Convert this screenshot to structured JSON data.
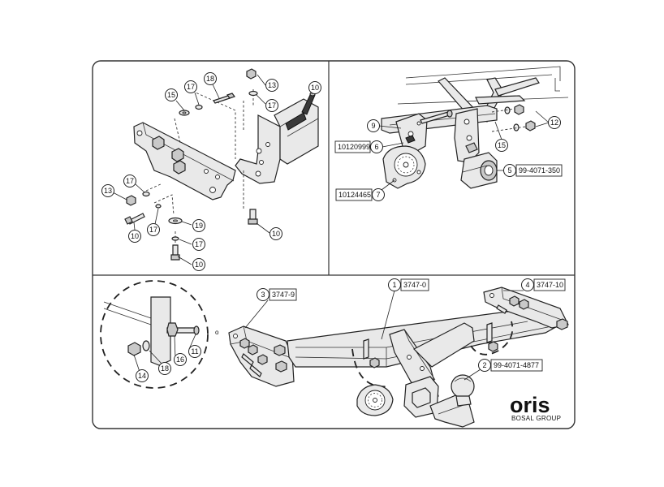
{
  "panels": {
    "bracket": {
      "balloons": [
        {
          "id": "b1",
          "num": "15"
        },
        {
          "id": "b2",
          "num": "17"
        },
        {
          "id": "b3",
          "num": "18"
        },
        {
          "id": "b4",
          "num": "13"
        },
        {
          "id": "b5",
          "num": "17"
        },
        {
          "id": "b6",
          "num": "10"
        },
        {
          "id": "b7",
          "num": "17"
        },
        {
          "id": "b8",
          "num": "13"
        },
        {
          "id": "b9",
          "num": "10"
        },
        {
          "id": "b10",
          "num": "17"
        },
        {
          "id": "b11",
          "num": "19"
        },
        {
          "id": "b12",
          "num": "17"
        },
        {
          "id": "b13",
          "num": "10"
        },
        {
          "id": "b14",
          "num": "10"
        }
      ]
    },
    "electrical": {
      "balloons": [
        {
          "id": "e1",
          "num": "9"
        },
        {
          "id": "e2",
          "num": "6"
        },
        {
          "id": "e3",
          "num": "7"
        },
        {
          "id": "e4",
          "num": "12"
        },
        {
          "id": "e5",
          "num": "15"
        },
        {
          "id": "e6",
          "num": "5"
        }
      ],
      "codes": {
        "socket_plate": "10120999",
        "socket": "10124465",
        "ball_assembly": "99-4071-350"
      }
    },
    "assembly": {
      "balloons": [
        {
          "id": "a1",
          "num": "3"
        },
        {
          "id": "a2",
          "num": "1"
        },
        {
          "id": "a3",
          "num": "4"
        },
        {
          "id": "a4",
          "num": "2"
        },
        {
          "id": "a5",
          "num": "11"
        },
        {
          "id": "a6",
          "num": "16"
        },
        {
          "id": "a7",
          "num": "18"
        },
        {
          "id": "a8",
          "num": "14"
        }
      ],
      "codes": {
        "left_bracket": "3747-9",
        "crossbar": "3747-0",
        "right_bracket": "3747-10",
        "ball": "99-4071-4877"
      }
    }
  },
  "logo": {
    "brand": "oris",
    "subtitle": "BOSAL GROUP"
  }
}
